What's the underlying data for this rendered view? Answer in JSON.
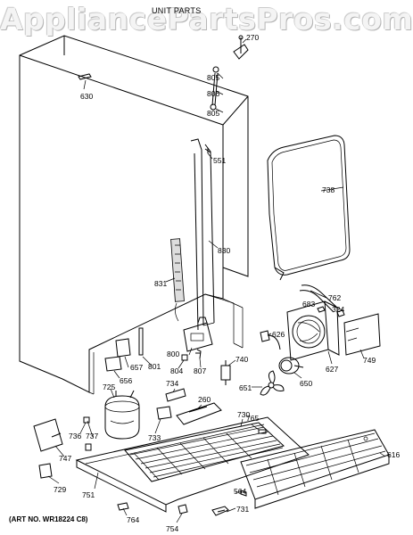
{
  "watermark": "AppliancePartsPros.com",
  "title": "UNIT PARTS",
  "art_number": "(ART NO. WR18224 C8)",
  "parts": [
    {
      "id": "270"
    },
    {
      "id": "630"
    },
    {
      "id": "805"
    },
    {
      "id": "806"
    },
    {
      "id": "805"
    },
    {
      "id": "551"
    },
    {
      "id": "738"
    },
    {
      "id": "830"
    },
    {
      "id": "831"
    },
    {
      "id": "762"
    },
    {
      "id": "683"
    },
    {
      "id": "324"
    },
    {
      "id": "626"
    },
    {
      "id": "800"
    },
    {
      "id": "801"
    },
    {
      "id": "657"
    },
    {
      "id": "656"
    },
    {
      "id": "804"
    },
    {
      "id": "807"
    },
    {
      "id": "740"
    },
    {
      "id": "627"
    },
    {
      "id": "749"
    },
    {
      "id": "650"
    },
    {
      "id": "651"
    },
    {
      "id": "725"
    },
    {
      "id": "734"
    },
    {
      "id": "260"
    },
    {
      "id": "730"
    },
    {
      "id": "765"
    },
    {
      "id": "736"
    },
    {
      "id": "737"
    },
    {
      "id": "733"
    },
    {
      "id": "747"
    },
    {
      "id": "616"
    },
    {
      "id": "729"
    },
    {
      "id": "751"
    },
    {
      "id": "564"
    },
    {
      "id": "731"
    },
    {
      "id": "764"
    },
    {
      "id": "754"
    }
  ]
}
